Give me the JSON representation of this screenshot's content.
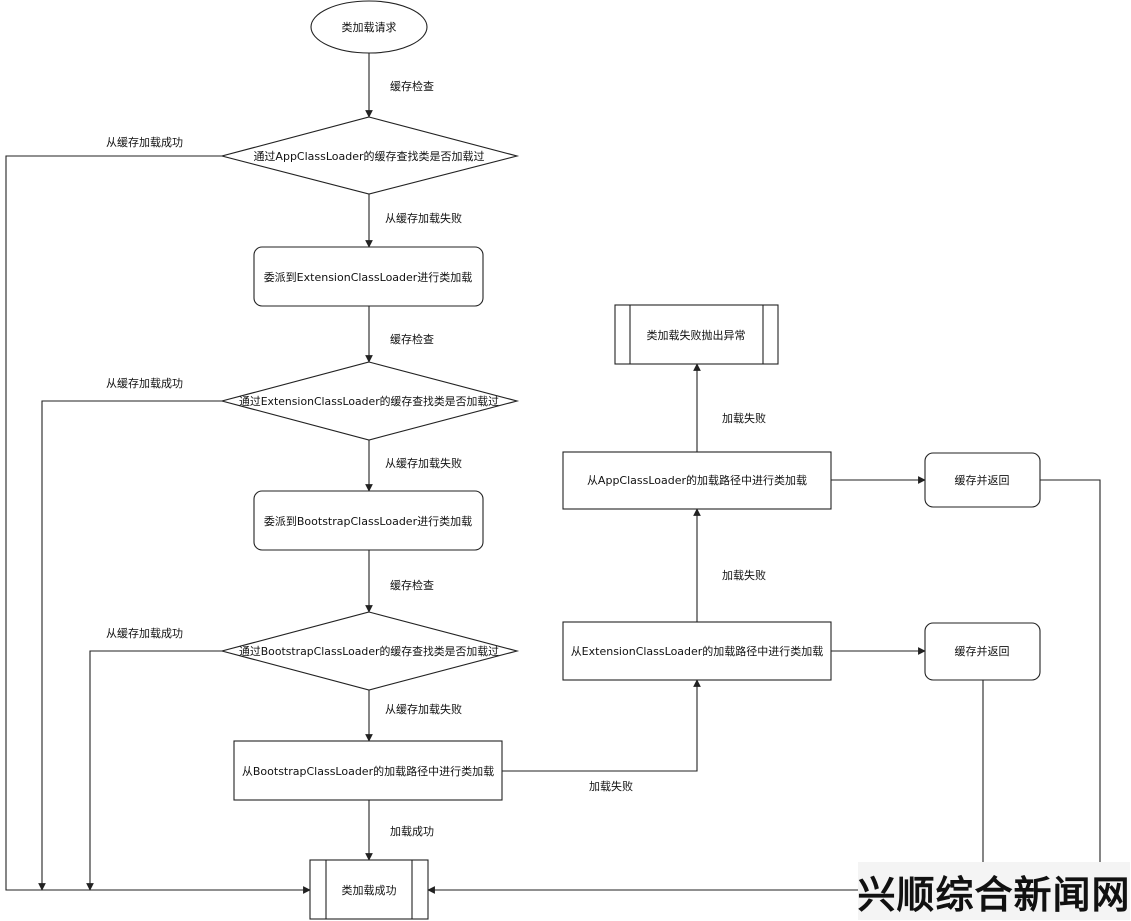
{
  "nodes": {
    "start": "类加载请求",
    "check_app": "通过AppClassLoader的缓存查找类是否加载过",
    "delegate_ext": "委派到ExtensionClassLoader进行类加载",
    "check_ext": "通过ExtensionClassLoader的缓存查找类是否加载过",
    "delegate_boot": "委派到BootstrapClassLoader进行类加载",
    "check_boot": "通过BootstrapClassLoader的缓存查找类是否加载过",
    "load_boot": "从BootstrapClassLoader的加载路径中进行类加载",
    "load_ext": "从ExtensionClassLoader的加载路径中进行类加载",
    "load_app": "从AppClassLoader的加载路径中进行类加载",
    "cache_return_1": "缓存并返回",
    "cache_return_2": "缓存并返回",
    "fail_throw": "类加载失败抛出异常",
    "success": "类加载成功"
  },
  "edges": {
    "cache_check_1": "缓存检查",
    "cache_check_2": "缓存检查",
    "cache_check_3": "缓存检查",
    "cache_hit_1": "从缓存加载成功",
    "cache_hit_2": "从缓存加载成功",
    "cache_hit_3": "从缓存加载成功",
    "cache_miss_1": "从缓存加载失败",
    "cache_miss_2": "从缓存加载失败",
    "cache_miss_3": "从缓存加载失败",
    "load_success": "加载成功",
    "load_fail_1": "加载失败",
    "load_fail_2": "加载失败",
    "load_fail_3": "加载失败"
  },
  "watermark": "兴顺综合新闻网"
}
